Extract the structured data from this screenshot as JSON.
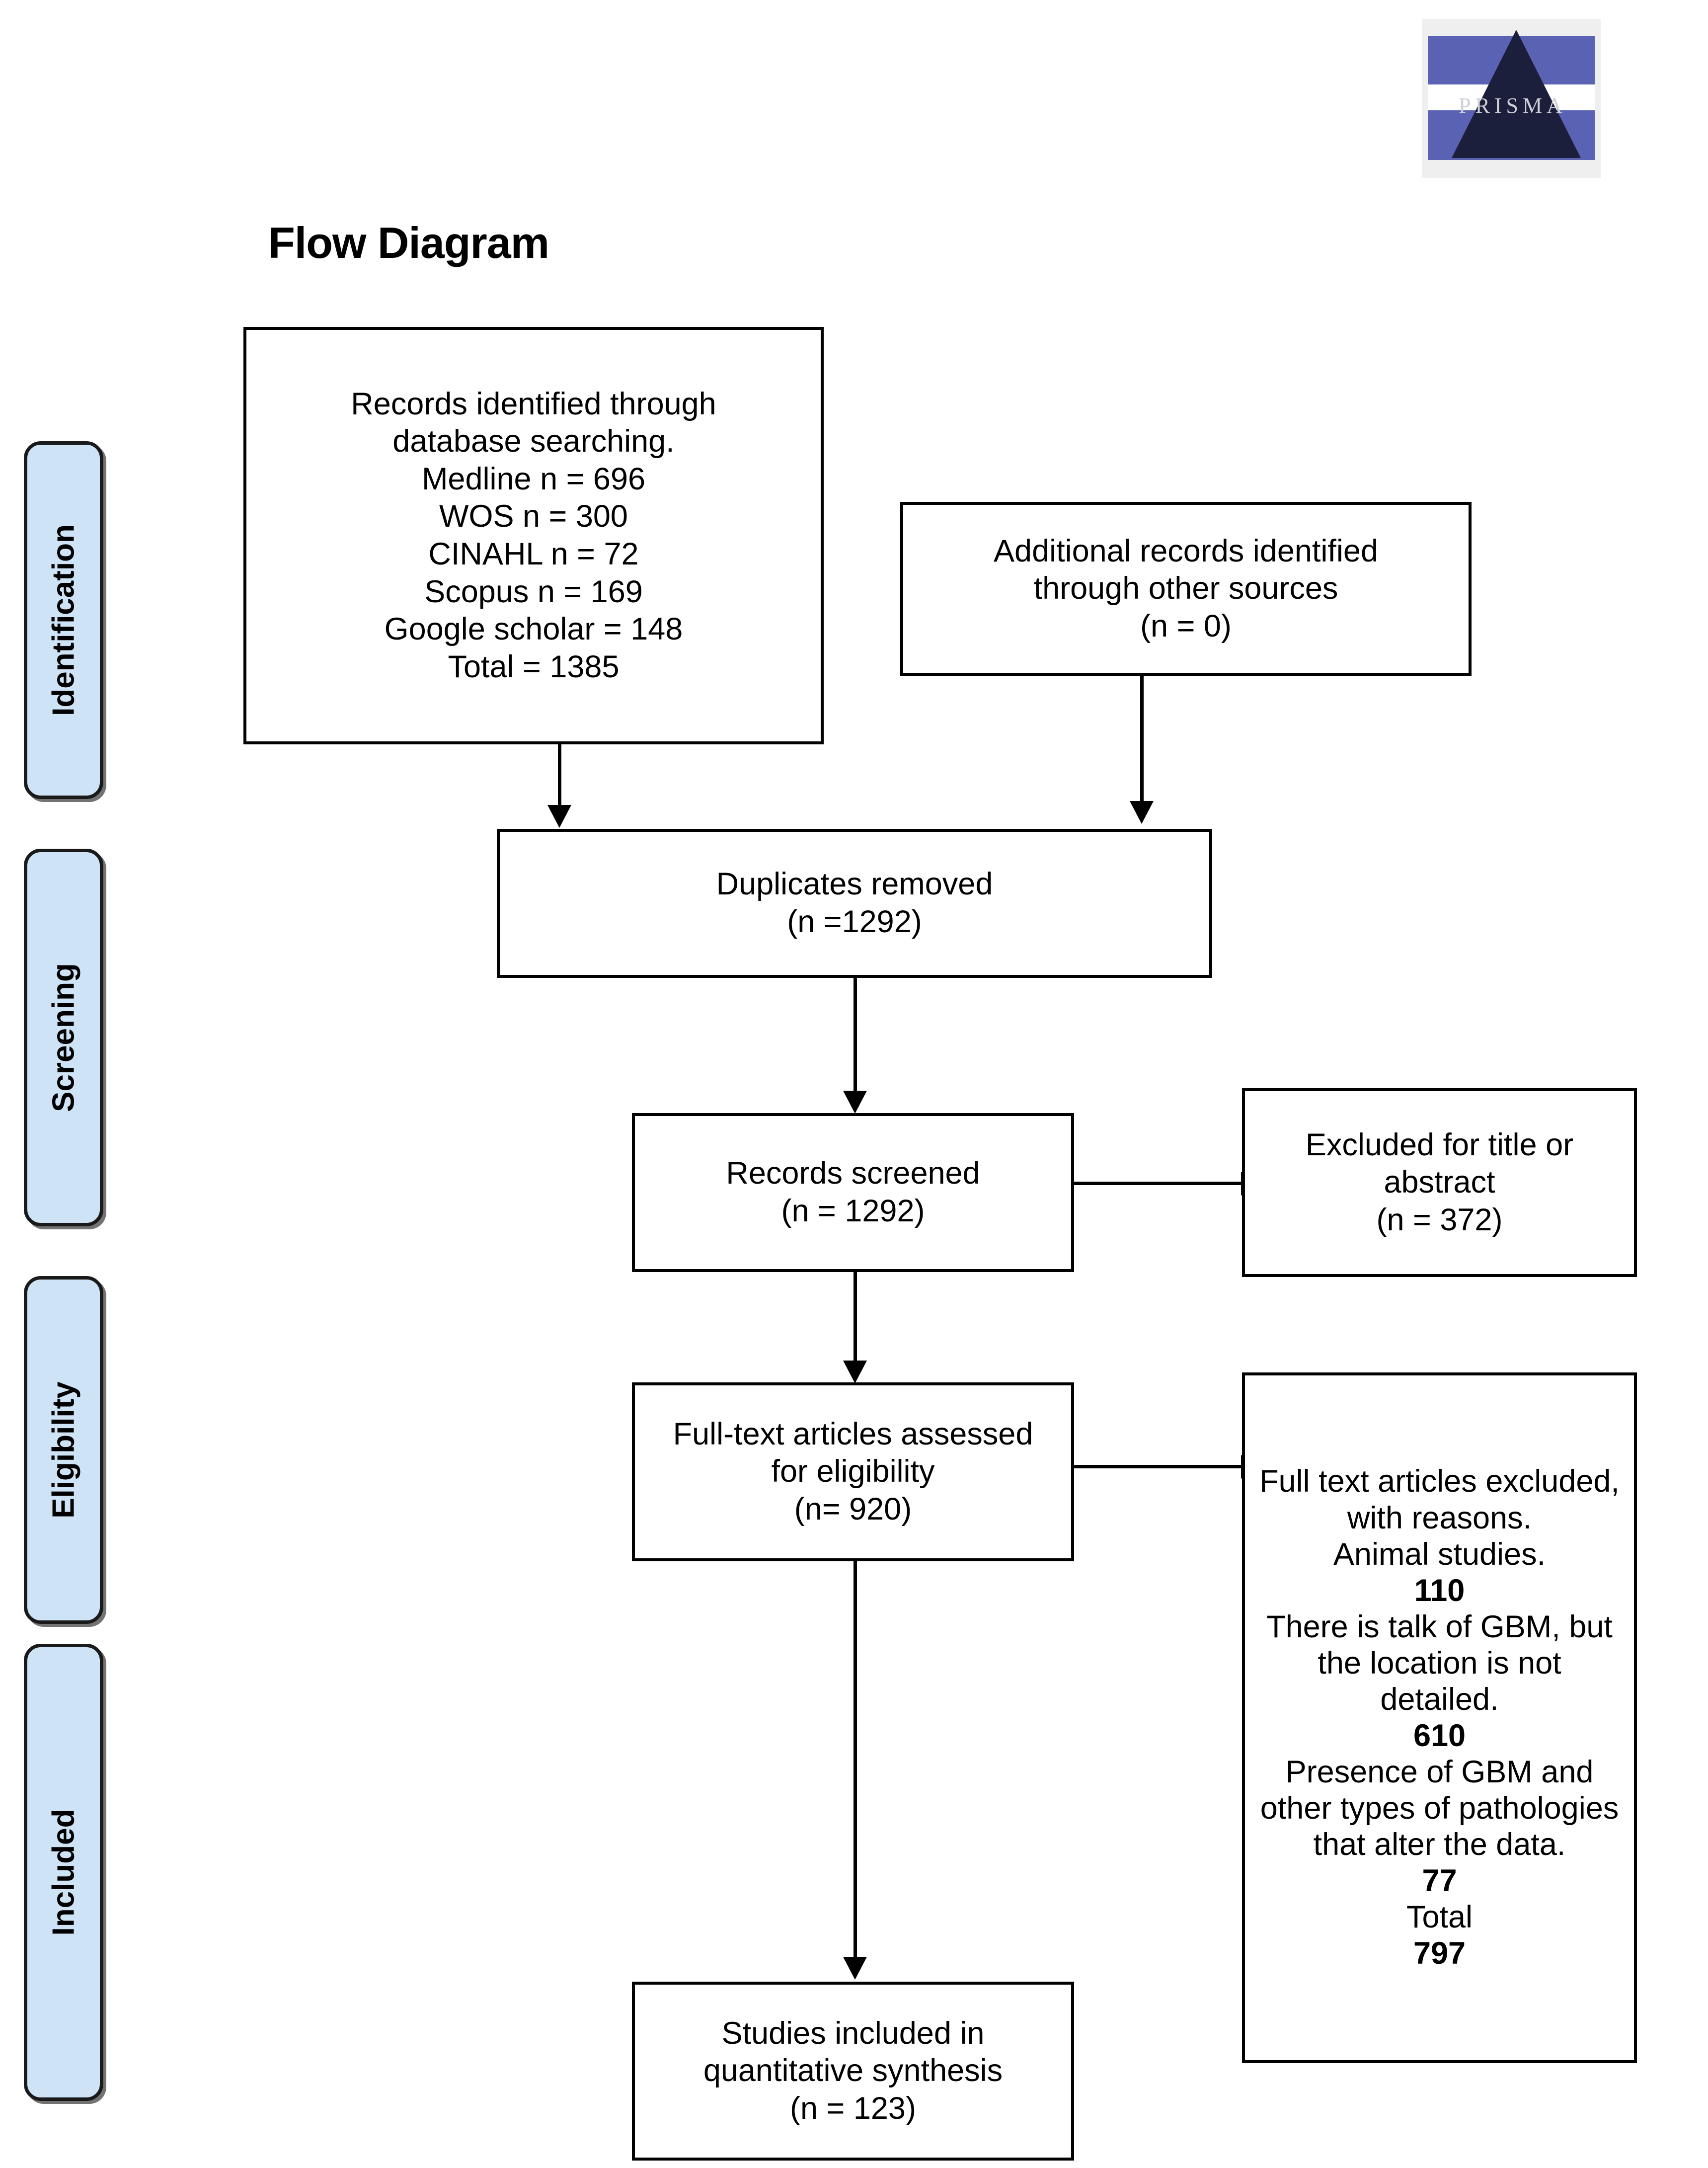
{
  "page": {
    "title": "Flow Diagram",
    "logo_text": "PRISMA",
    "accent_color": "#cfe3f7",
    "logo_band_color": "#5a62b4",
    "logo_triangle_color": "#1b1f3b",
    "line_color": "#000000"
  },
  "stages": [
    {
      "label": "Identification"
    },
    {
      "label": "Screening"
    },
    {
      "label": "Eligibility"
    },
    {
      "label": "Included"
    }
  ],
  "boxes": {
    "identified": {
      "text": "Records identified through\ndatabase searching.\nMedline n = 696\nWOS n = 300\nCINAHL n = 72\nScopus n = 169\nGoogle scholar = 148\nTotal = 1385"
    },
    "additional": {
      "text": "Additional records identified\nthrough other sources\n(n = 0)"
    },
    "duplicates": {
      "text": "Duplicates removed\n(n =1292)"
    },
    "screened": {
      "text": "Records screened\n(n = 1292)"
    },
    "excluded_title_abstract": {
      "text": "Excluded for title or\nabstract\n(n = 372)"
    },
    "fulltext_assessed": {
      "text": "Full-text articles assessed\nfor eligibility\n(n= 920)"
    },
    "fulltext_excluded": {
      "line1": "Full text articles excluded,",
      "line2": "with reasons.",
      "reason1": "Animal studies.",
      "count1": "110",
      "reason2": "There is talk of GBM, but\nthe location is not\ndetailed.",
      "count2": "610",
      "reason3": "Presence of GBM and\nother types of pathologies\nthat alter the data.",
      "count3": "77",
      "total_label": "Total",
      "total_value": "797"
    },
    "included": {
      "text": "Studies included in\nquantitative synthesis\n(n = 123)"
    }
  },
  "flow_data": {
    "type": "prisma-flow",
    "sources": [
      {
        "name": "Medline",
        "n": 696
      },
      {
        "name": "WOS",
        "n": 300
      },
      {
        "name": "CINAHL",
        "n": 72
      },
      {
        "name": "Scopus",
        "n": 169
      },
      {
        "name": "Google scholar",
        "n": 148
      }
    ],
    "total_identified": 1385,
    "additional_records": 0,
    "after_duplicates_removed": 1292,
    "records_screened": 1292,
    "excluded_title_abstract": 372,
    "fulltext_assessed": 920,
    "fulltext_excluded_reasons": [
      {
        "reason": "Animal studies.",
        "n": 110
      },
      {
        "reason": "There is talk of GBM, but the location is not detailed.",
        "n": 610
      },
      {
        "reason": "Presence of GBM and other types of pathologies that alter the data.",
        "n": 77
      }
    ],
    "fulltext_excluded_total": 797,
    "studies_included": 123
  }
}
